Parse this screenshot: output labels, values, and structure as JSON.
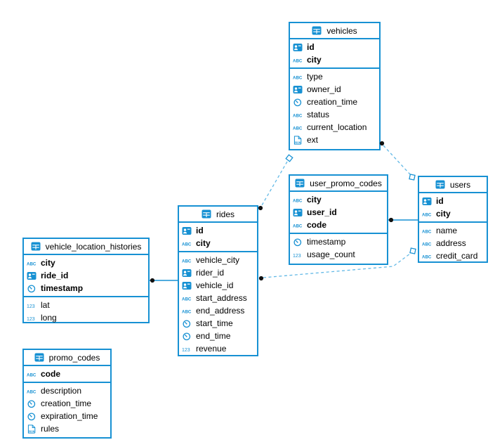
{
  "colors": {
    "accent": "#1791d3",
    "dashed_line": "#63b9e6",
    "marker_dot": "#111111",
    "background": "#ffffff"
  },
  "icon_labels": {
    "text": "ABC",
    "number": "123",
    "json": "JSON"
  },
  "tables": [
    {
      "name": "vehicles",
      "primary": [
        {
          "type": "id",
          "label": "id"
        },
        {
          "type": "text",
          "label": "city"
        }
      ],
      "columns": [
        {
          "type": "text",
          "label": "type"
        },
        {
          "type": "id",
          "label": "owner_id"
        },
        {
          "type": "time",
          "label": "creation_time"
        },
        {
          "type": "text",
          "label": "status"
        },
        {
          "type": "text",
          "label": "current_location"
        },
        {
          "type": "json",
          "label": "ext"
        }
      ]
    },
    {
      "name": "user_promo_codes",
      "primary": [
        {
          "type": "text",
          "label": "city"
        },
        {
          "type": "id",
          "label": "user_id"
        },
        {
          "type": "text",
          "label": "code"
        }
      ],
      "columns": [
        {
          "type": "time",
          "label": "timestamp"
        },
        {
          "type": "number",
          "label": "usage_count"
        }
      ]
    },
    {
      "name": "users",
      "primary": [
        {
          "type": "id",
          "label": "id"
        },
        {
          "type": "text",
          "label": "city"
        }
      ],
      "columns": [
        {
          "type": "text",
          "label": "name"
        },
        {
          "type": "text",
          "label": "address"
        },
        {
          "type": "text",
          "label": "credit_card"
        }
      ]
    },
    {
      "name": "rides",
      "primary": [
        {
          "type": "id",
          "label": "id"
        },
        {
          "type": "text",
          "label": "city"
        }
      ],
      "columns": [
        {
          "type": "text",
          "label": "vehicle_city"
        },
        {
          "type": "id",
          "label": "rider_id"
        },
        {
          "type": "id",
          "label": "vehicle_id"
        },
        {
          "type": "text",
          "label": "start_address"
        },
        {
          "type": "text",
          "label": "end_address"
        },
        {
          "type": "time",
          "label": "start_time"
        },
        {
          "type": "time",
          "label": "end_time"
        },
        {
          "type": "number",
          "label": "revenue"
        }
      ]
    },
    {
      "name": "vehicle_location_histories",
      "primary": [
        {
          "type": "text",
          "label": "city"
        },
        {
          "type": "id",
          "label": "ride_id"
        },
        {
          "type": "time",
          "label": "timestamp"
        }
      ],
      "columns": [
        {
          "type": "number",
          "label": "lat"
        },
        {
          "type": "number",
          "label": "long"
        }
      ]
    },
    {
      "name": "promo_codes",
      "primary": [
        {
          "type": "text",
          "label": "code"
        }
      ],
      "columns": [
        {
          "type": "text",
          "label": "description"
        },
        {
          "type": "time",
          "label": "creation_time"
        },
        {
          "type": "time",
          "label": "expiration_time"
        },
        {
          "type": "json",
          "label": "rules"
        }
      ]
    }
  ],
  "relations": [
    {
      "from": "vehicle_location_histories",
      "to": "rides",
      "style": "solid"
    },
    {
      "from": "user_promo_codes",
      "to": "users",
      "style": "solid"
    },
    {
      "from": "vehicles",
      "to": "rides",
      "style": "dashed"
    },
    {
      "from": "vehicles",
      "to": "users",
      "style": "dashed"
    },
    {
      "from": "rides",
      "to": "users",
      "style": "dashed"
    }
  ]
}
